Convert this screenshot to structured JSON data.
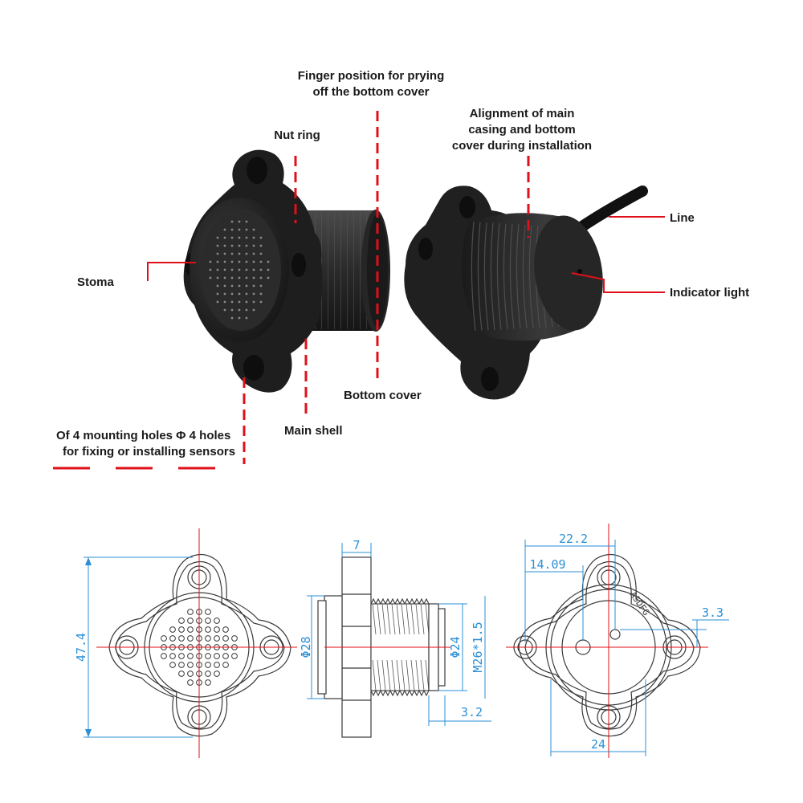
{
  "callouts": {
    "finger": [
      "Finger position for prying",
      "off the bottom cover"
    ],
    "nut_ring": "Nut ring",
    "alignment": [
      "Alignment of main",
      "casing and bottom",
      "cover during installation"
    ],
    "line": "Line",
    "stoma": "Stoma",
    "indicator": "Indicator light",
    "bottom_cover": "Bottom cover",
    "main_shell": "Main shell",
    "mounting": [
      "Of 4 mounting holes Φ 4 holes",
      "for fixing or installing sensors"
    ]
  },
  "dimensions": {
    "front": {
      "height": "47.4"
    },
    "side": {
      "width": "7",
      "d28": "Φ28",
      "d24": "Φ24",
      "thread": "M26*1.5",
      "depth": "3.2"
    },
    "back": {
      "w1": "22.2",
      "w2": "14.09",
      "w3": "3.3",
      "w4": "24",
      "stamp": "ASDFG"
    }
  },
  "colors": {
    "callout_line": "#e0101a",
    "dimension": "#2a8fd6",
    "body": "#1c1c1c"
  }
}
